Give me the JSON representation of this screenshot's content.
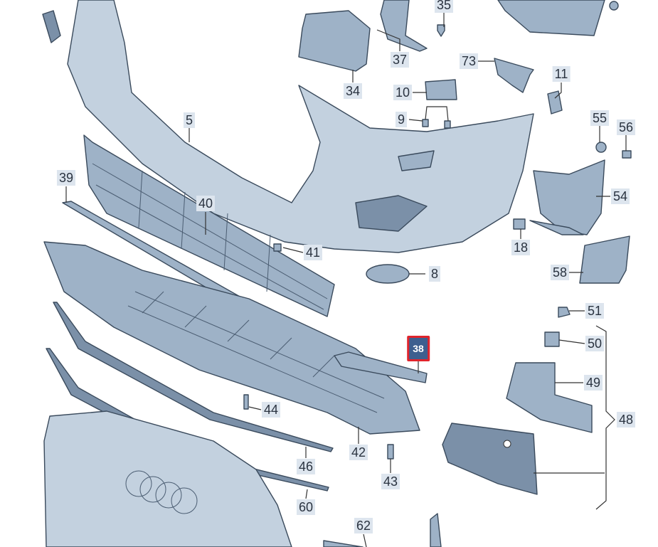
{
  "diagram": {
    "selected_part": "38",
    "colors": {
      "part_fill": "#9eb2c7",
      "label_bg": "#dde5ee",
      "selected_bg": "#3d5f8f",
      "selected_border": "#e0242c"
    },
    "labels": {
      "p35": "35",
      "p37": "37",
      "p34": "34",
      "p73": "73",
      "p11": "11",
      "p10": "10",
      "p9": "9",
      "p5": "5",
      "p55": "55",
      "p56": "56",
      "p39": "39",
      "p40": "40",
      "p54": "54",
      "p41": "41",
      "p18": "18",
      "p8": "8",
      "p58": "58",
      "p51": "51",
      "p38": "38",
      "p50": "50",
      "p49": "49",
      "p48": "48",
      "p44": "44",
      "p42": "42",
      "p46": "46",
      "p43": "43",
      "p60": "60",
      "p62": "62"
    }
  }
}
